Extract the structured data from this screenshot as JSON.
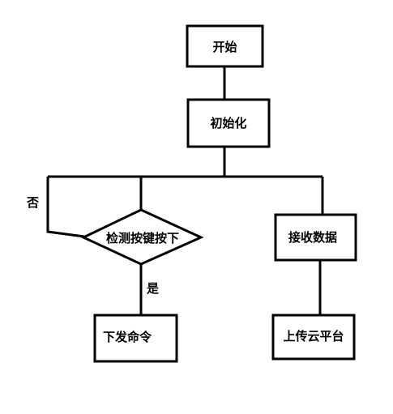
{
  "nodes": {
    "start": {
      "label": "开始"
    },
    "init": {
      "label": "初始化"
    },
    "detect": {
      "label": "检测按键按下"
    },
    "send_cmd": {
      "label": "下发命令"
    },
    "receive": {
      "label": "接收数据"
    },
    "upload": {
      "label": "上传云平台"
    }
  },
  "edge_labels": {
    "no": "否",
    "yes": "是"
  },
  "colors": {
    "stroke": "#000000",
    "text": "#000000",
    "background": "#ffffff"
  }
}
